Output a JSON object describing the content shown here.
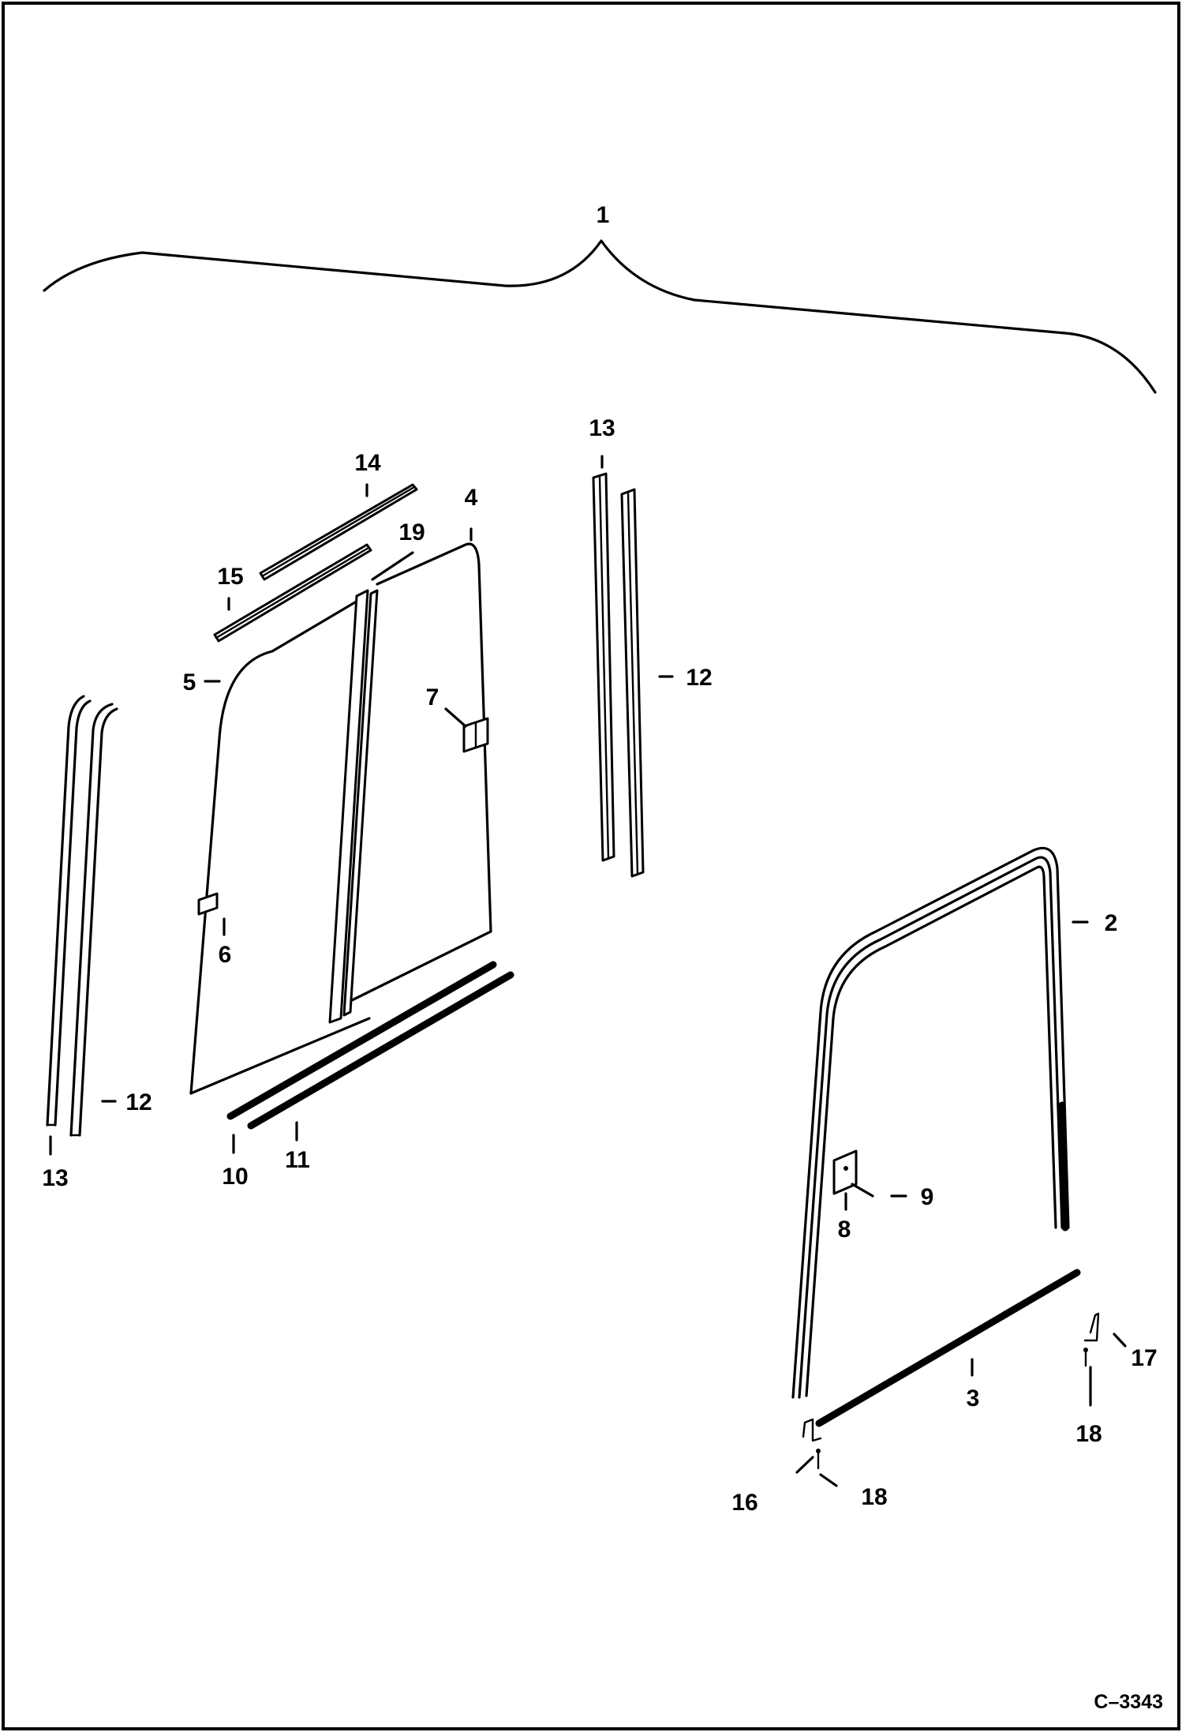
{
  "figure_ref": "C–3343",
  "callouts": {
    "c1": "1",
    "c2": "2",
    "c3": "3",
    "c4": "4",
    "c5": "5",
    "c6": "6",
    "c7": "7",
    "c8": "8",
    "c9": "9",
    "c10": "10",
    "c11": "11",
    "c12a": "12",
    "c12b": "12",
    "c13a": "13",
    "c13b": "13",
    "c14": "14",
    "c15": "15",
    "c16": "16",
    "c17": "17",
    "c18a": "18",
    "c18b": "18",
    "c19": "19"
  }
}
